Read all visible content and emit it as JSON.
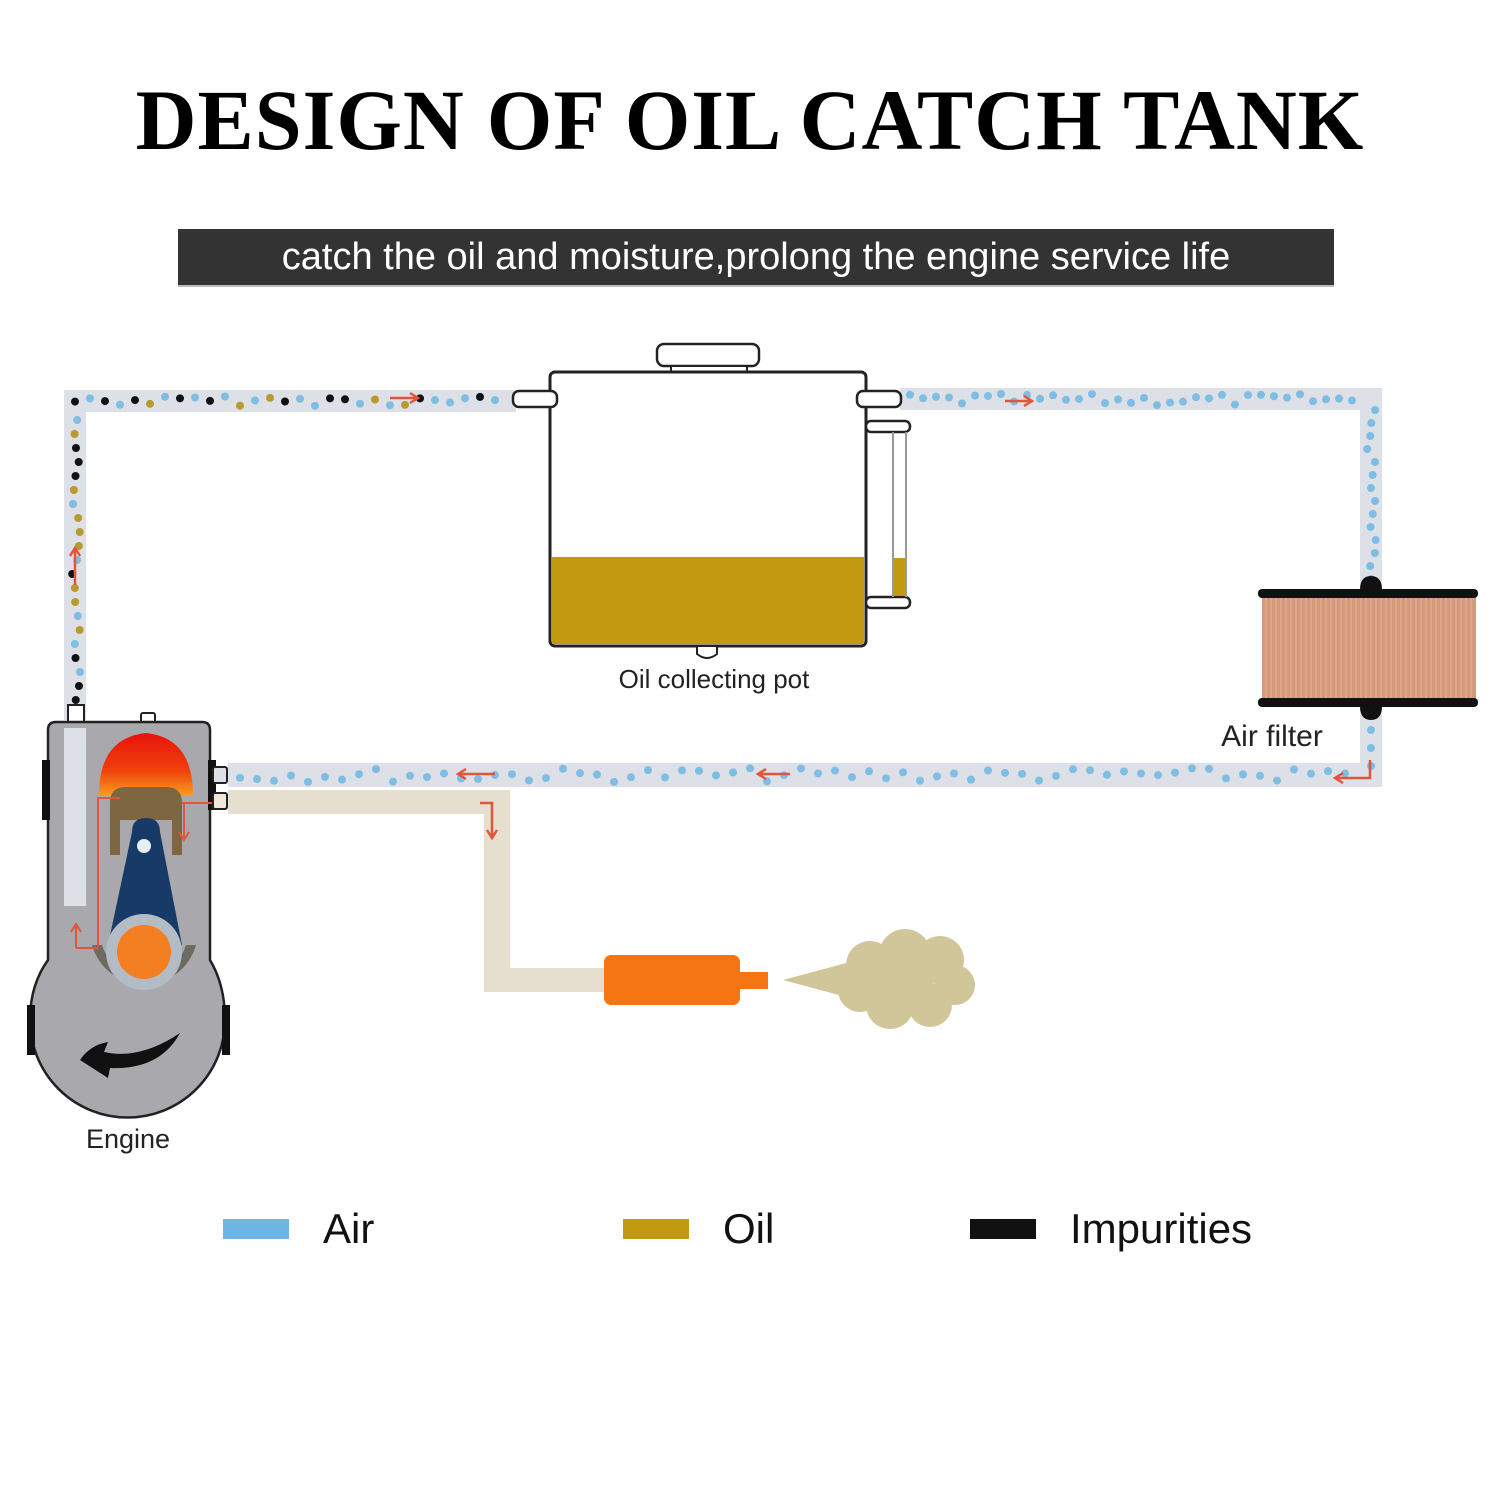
{
  "title": "DESIGN OF OIL CATCH TANK",
  "subtitle": "catch the oil and moisture,prolong the engine service life",
  "components": {
    "pot_label": "Oil collecting pot",
    "filter_label": "Air filter",
    "engine_label": "Engine"
  },
  "legend": [
    {
      "label": "Air",
      "color": "#6cb6e6"
    },
    {
      "label": "Oil",
      "color": "#c29a12"
    },
    {
      "label": "Impurities",
      "color": "#111111"
    }
  ],
  "colors": {
    "pipe": "#dde0e6",
    "exhaust_pipe": "#e6dfcf",
    "oil_level": "#c29a12",
    "filter": "#d4987a",
    "engine_body": "#a9a8ad",
    "combustion": "#e8120c",
    "piston": "#7d6640",
    "rod": "#173a66",
    "crank": "#f47e22",
    "muffler": "#f57512",
    "smoke": "#d0c69a",
    "arrow": "#e2553a"
  }
}
